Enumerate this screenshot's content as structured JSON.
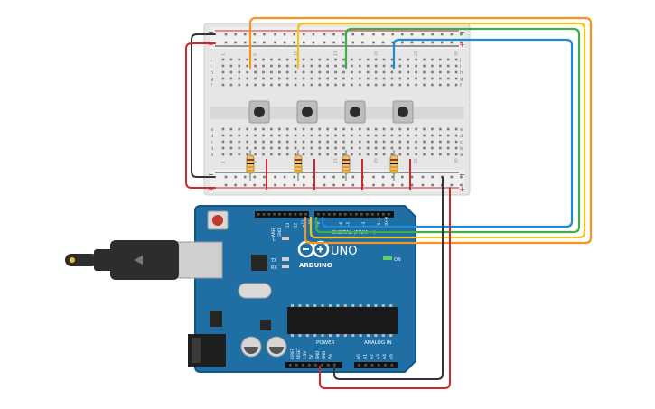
{
  "breadboard": {
    "rail_top_minus": "−",
    "rail_top_plus": "+",
    "rail_bottom_minus": "−",
    "rail_bottom_plus": "+",
    "row_letters_top": [
      "j",
      "i",
      "h",
      "g",
      "f"
    ],
    "row_letters_bottom": [
      "e",
      "d",
      "c",
      "b",
      "a"
    ],
    "column_numbers": [
      "1",
      "5",
      "10",
      "15",
      "20",
      "25",
      "30"
    ],
    "buttons_count": 4,
    "resistors_count": 4
  },
  "arduino": {
    "brand": "ARDUINO",
    "model": "UNO",
    "digital_label": "DIGITAL (PWM ~)",
    "power_label": "POWER",
    "analog_label": "ANALOG IN",
    "on_label": "ON",
    "led_l": "L",
    "led_tx": "TX",
    "led_rx": "RX",
    "ioref": "IOREF",
    "reset": "RESET",
    "v33": "3.3V",
    "v5": "5V",
    "gnd1": "GND",
    "gnd2": "GND",
    "vin": "Vin",
    "aref": "AREF",
    "gnd_top": "GND",
    "digital_pins": [
      "13",
      "12",
      "~11",
      "~10",
      "~9",
      "8",
      "7",
      "~6",
      "~5",
      "4",
      "~3",
      "2",
      "TX→1",
      "RX←0"
    ],
    "analog_pins": [
      "A0",
      "A1",
      "A2",
      "A3",
      "A4",
      "A5"
    ]
  },
  "wire_colors": {
    "orange": "#f7931e",
    "yellow": "#f2c21d",
    "green": "#3fae49",
    "blue": "#1e8bd6",
    "red": "#d0262d",
    "black": "#333333",
    "board": "#1f6fa5",
    "board_edge": "#16557f"
  }
}
